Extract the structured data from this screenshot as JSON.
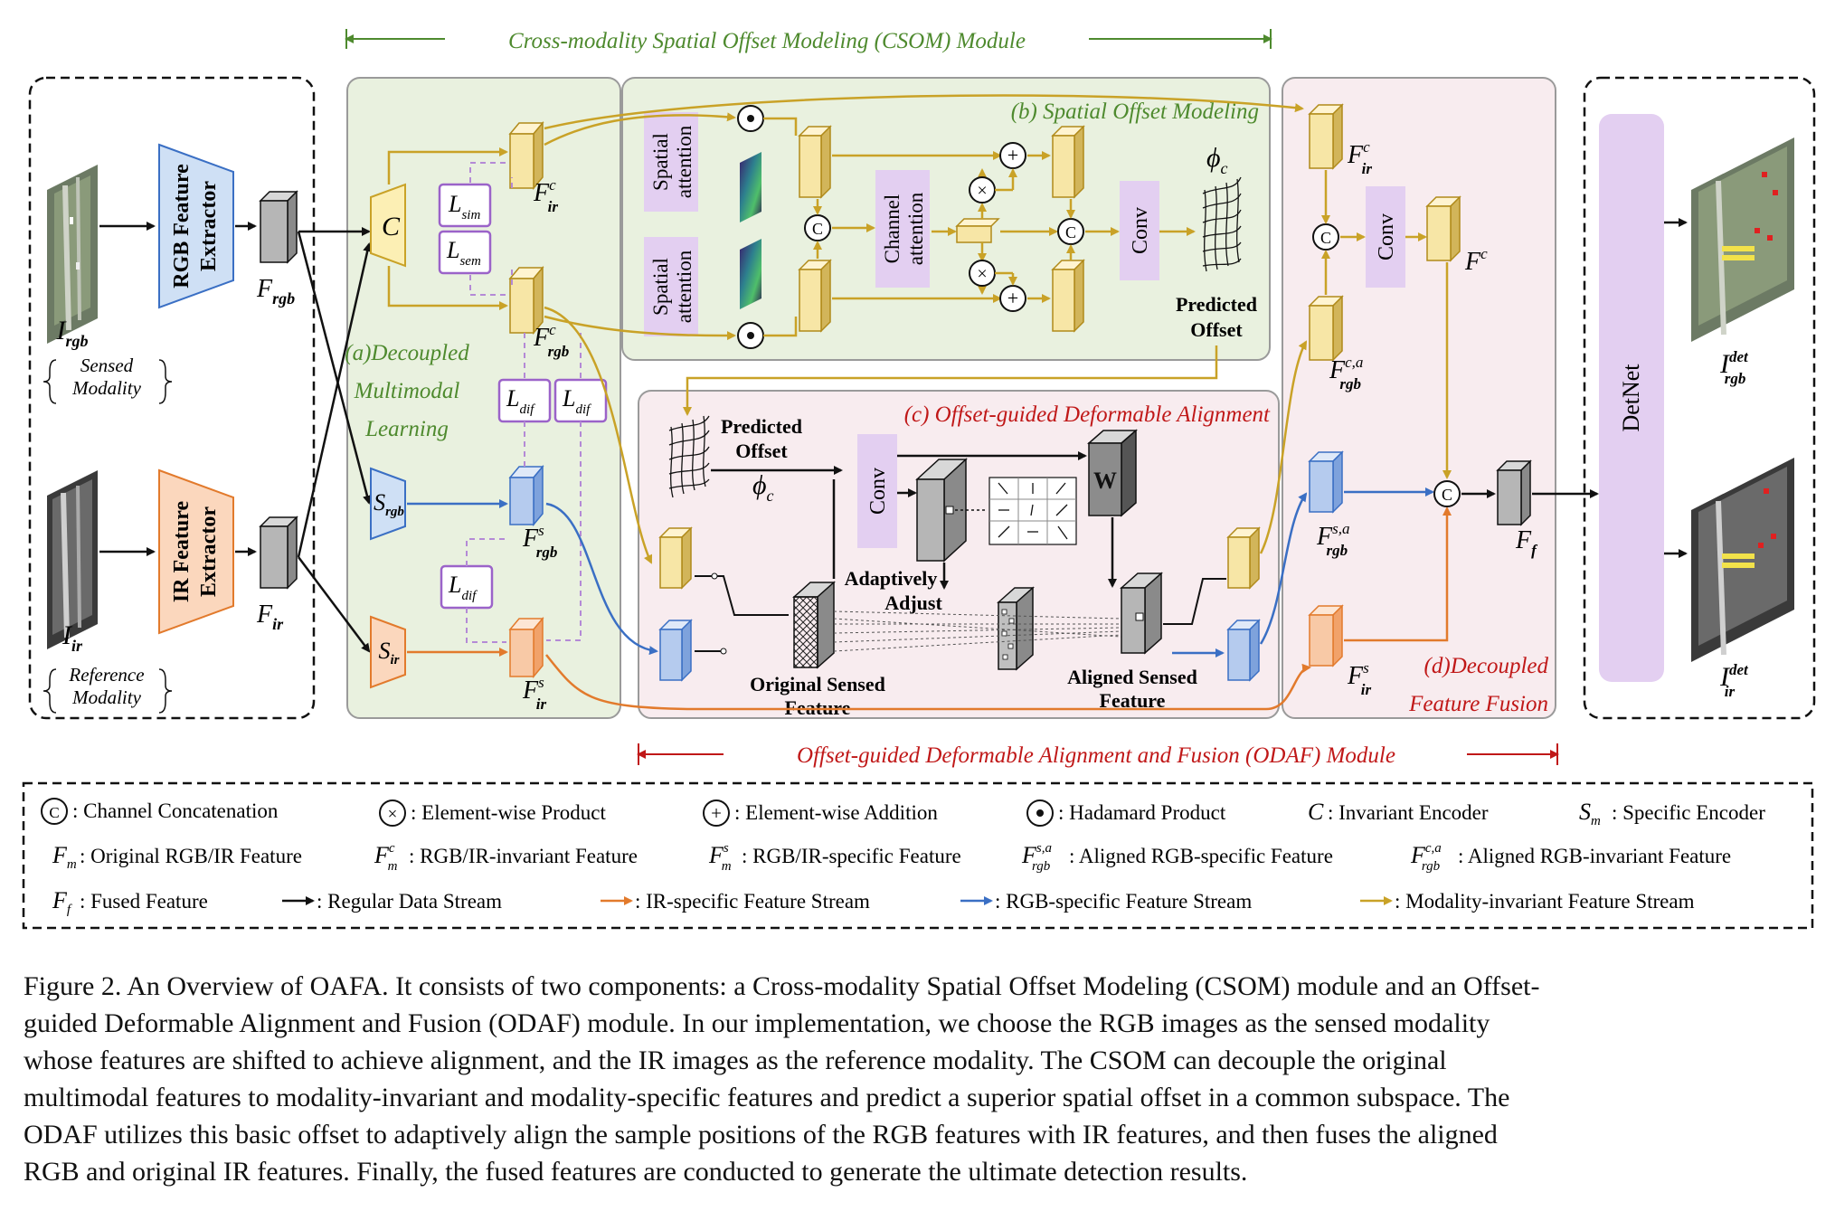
{
  "colors": {
    "green_panel": "#e9f1df",
    "pink_panel": "#f8ecef",
    "gold_stream": "#c9a227",
    "orange_stream": "#e27a2c",
    "blue_stream": "#3a6fc4",
    "purple_block": "#e3cff1",
    "module_green_text": "#4e8a2e",
    "module_red_text": "#c01818"
  },
  "modules": {
    "csom": "Cross-modality Spatial Offset Modeling (CSOM) Module",
    "odaf": "Offset-guided Deformable Alignment and Fusion (ODAF) Module"
  },
  "panels": {
    "a_line1": "(a)Decoupled",
    "a_line2": "Multimodal",
    "a_line3": "Learning",
    "b": "(b) Spatial Offset Modeling",
    "c": "(c) Offset-guided Deformable Alignment",
    "d_line1": "(d)Decoupled",
    "d_line2": "Feature Fusion"
  },
  "extractors": {
    "rgb_line1": "RGB Feature",
    "rgb_line2": "Extractor",
    "ir_line1": "IR Feature",
    "ir_line2": "Extractor"
  },
  "inputs": {
    "rgb_symbol": "I",
    "rgb_sub": "rgb",
    "rgb_note_1": "Sensed",
    "rgb_note_2": "Modality",
    "ir_symbol": "I",
    "ir_sub": "ir",
    "ir_note_1": "Reference",
    "ir_note_2": "Modality"
  },
  "blocks": {
    "spatial_attention_1": "Spatial",
    "spatial_attention_2": "attention",
    "channel_attention_1": "Channel",
    "channel_attention_2": "attention",
    "conv": "Conv",
    "detnet": "DetNet",
    "w": "W"
  },
  "labels": {
    "predicted_offset_1": "Predicted",
    "predicted_offset_2": "Offset",
    "phi": "ϕ",
    "phi_sub": "c",
    "adaptively_1": "Adaptively",
    "adaptively_2": "Adjust",
    "original_sensed_1": "Original Sensed",
    "original_sensed_2": "Feature",
    "aligned_sensed_1": "Aligned Sensed",
    "aligned_sensed_2": "Feature"
  },
  "features": {
    "F": "F",
    "rgb": "rgb",
    "ir": "ir",
    "c": "c",
    "s": "s",
    "sa": "s,a",
    "ca": "c,a",
    "f": "f",
    "det": "det"
  },
  "losses": {
    "L": "L",
    "sim": "sim",
    "sem": "sem",
    "dif": "dif"
  },
  "encoders": {
    "C": "C",
    "S": "S"
  },
  "ops": {
    "concat": "C",
    "product": "×",
    "add": "+",
    "hadamard": "•"
  },
  "legend": {
    "concat": ": Channel  Concatenation",
    "product": ": Element-wise Product",
    "addition": ": Element-wise Addition",
    "hadamard": ": Hadamard Product",
    "invariant_encoder": ":  Invariant Encoder",
    "specific_encoder": ": Specific Encoder",
    "original_feature": ": Original RGB/IR Feature",
    "invariant_feature": ":  RGB/IR-invariant Feature",
    "specific_feature": ":  RGB/IR-specific Feature",
    "aligned_specific": ":  Aligned RGB-specific Feature",
    "aligned_invariant": ":  Aligned  RGB-invariant Feature",
    "fused_feature": ": Fused Feature",
    "regular_stream": ": Regular  Data Stream",
    "ir_stream": ": IR-specific Feature Stream",
    "rgb_stream": ": RGB-specific  Feature Stream",
    "invariant_stream": ": Modality-invariant  Feature Stream",
    "m": "m"
  },
  "caption": {
    "line1": "Figure 2. An Overview of OAFA. It consists of two components: a Cross-modality Spatial Offset Modeling (CSOM) module and an Offset-",
    "line2": "guided Deformable Alignment and Fusion (ODAF) module.  In our implementation, we choose the RGB images as the sensed modality",
    "line3": "whose features are shifted to achieve alignment, and the IR images as the reference modality.  The CSOM can decouple the original",
    "line4": "multimodal features to modality-invariant and modality-specific features and predict a superior spatial offset in a common subspace. The",
    "line5": "ODAF utilizes this basic offset to adaptively align the sample positions of the RGB features with IR features, and then fuses the aligned",
    "line6": "RGB and original IR features. Finally, the fused features are conducted to generate the ultimate detection results."
  }
}
